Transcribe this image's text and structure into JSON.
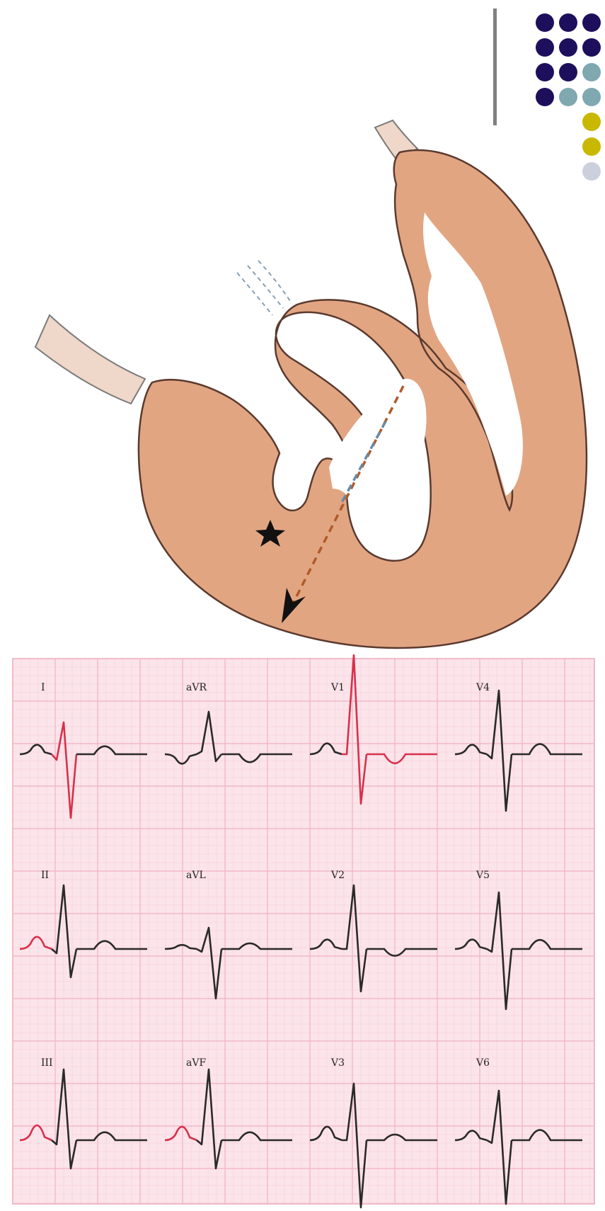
{
  "slide": {
    "accent_bar_color": "#808080",
    "dot_grid": {
      "rows": [
        [
          "#1e0f5c",
          "#1e0f5c",
          "#1e0f5c"
        ],
        [
          "#1e0f5c",
          "#1e0f5c",
          "#1e0f5c"
        ],
        [
          "#1e0f5c",
          "#1e0f5c",
          "#7fa8b0"
        ],
        [
          "#1e0f5c",
          "#7fa8b0",
          "#7fa8b0"
        ],
        [
          "",
          "",
          "#c9b800"
        ],
        [
          "",
          "",
          "#c9b800"
        ],
        [
          "",
          "",
          "#ccd0dc"
        ]
      ]
    }
  },
  "diagram": {
    "heart_color": "#e2a582",
    "outline_color": "#5a3a2e",
    "vector_colors": [
      "#b05a2a",
      "#6a8aa0"
    ],
    "arrowhead_color": "#111111",
    "lesion_marker": "star-icon"
  },
  "ecg": {
    "paper_color": "#fbe4ea",
    "grid_color": "#f2b6c4",
    "trace_color": "#2a2a2a",
    "highlight_color": "#d9304a",
    "leads": [
      {
        "name": "I",
        "label": "I"
      },
      {
        "name": "aVR",
        "label": "aVR"
      },
      {
        "name": "V1",
        "label": "V1"
      },
      {
        "name": "V4",
        "label": "V4"
      },
      {
        "name": "II",
        "label": "II"
      },
      {
        "name": "aVL",
        "label": "aVL"
      },
      {
        "name": "V2",
        "label": "V2"
      },
      {
        "name": "V5",
        "label": "V5"
      },
      {
        "name": "III",
        "label": "III"
      },
      {
        "name": "aVF",
        "label": "aVF"
      },
      {
        "name": "V3",
        "label": "V3"
      },
      {
        "name": "V6",
        "label": "V6"
      }
    ]
  }
}
